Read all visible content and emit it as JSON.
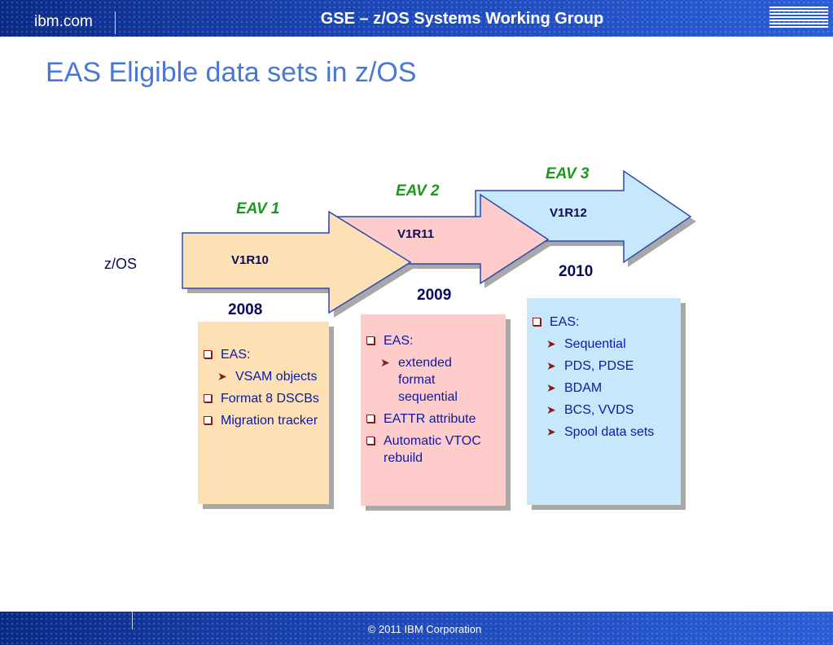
{
  "header": {
    "site": "ibm.com",
    "title": "GSE – z/OS Systems Working Group",
    "logo_text": "IBM"
  },
  "slide": {
    "title": "EAS Eligible data sets in z/OS",
    "row_label": "z/OS"
  },
  "stages": [
    {
      "eav": "EAV 1",
      "release": "V1R10",
      "year": "2008",
      "color": "#fde0b4",
      "items": [
        {
          "text": "EAS:",
          "sub": [
            "VSAM objects"
          ]
        },
        {
          "text": "Format 8 DSCBs",
          "sub": []
        },
        {
          "text": "Migration tracker",
          "sub": []
        }
      ]
    },
    {
      "eav": "EAV 2",
      "release": "V1R11",
      "year": "2009",
      "color": "#ffcccc",
      "items": [
        {
          "text": "EAS:",
          "sub": [
            "extended format sequential"
          ]
        },
        {
          "text": "EATTR attribute",
          "sub": []
        },
        {
          "text": "Automatic VTOC rebuild",
          "sub": []
        }
      ]
    },
    {
      "eav": "EAV 3",
      "release": "V1R12",
      "year": "2010",
      "color": "#c7e8fb",
      "items": [
        {
          "text": "EAS:",
          "sub": [
            "Sequential",
            "PDS, PDSE",
            "BDAM",
            "BCS, VVDS",
            "Spool data sets"
          ]
        }
      ]
    }
  ],
  "footer": {
    "copyright": "© 2011 IBM Corporation"
  },
  "colors": {
    "header_blue": "#1d47b7",
    "title_blue": "#4a76d6",
    "eav_green": "#1a9a1a",
    "text_navy": "#0a0a5a",
    "list_blue": "#0a1aa8",
    "bullet_red": "#8a1a1a"
  }
}
